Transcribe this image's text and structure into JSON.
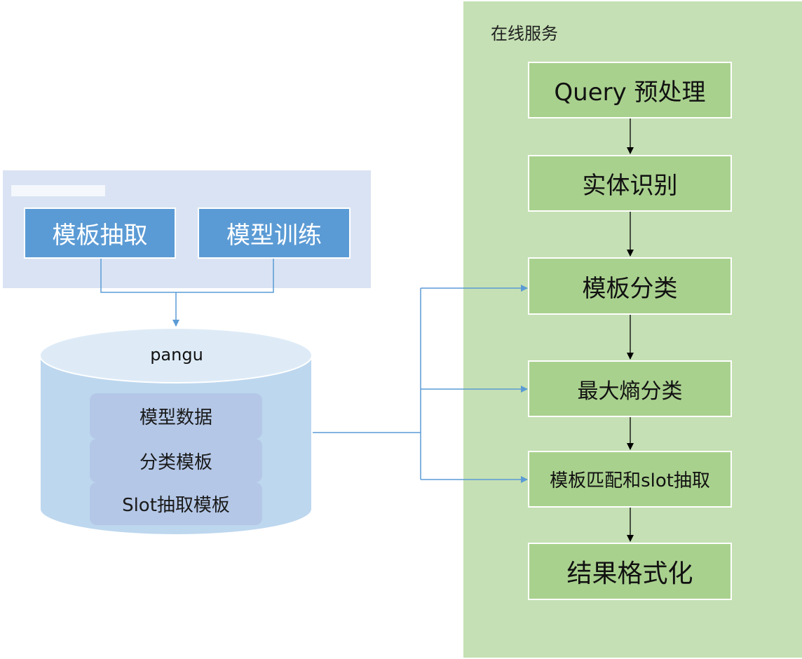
{
  "offline": {
    "tasks": [
      "模板抽取",
      "模型训练"
    ]
  },
  "database": {
    "name": "pangu",
    "layers": [
      "模型数据",
      "分类模板",
      "Slot抽取模板"
    ]
  },
  "online": {
    "title": "在线服务",
    "steps": [
      "Query 预处理",
      "实体识别",
      "模板分类",
      "最大熵分类",
      "模板匹配和slot抽取",
      "结果格式化"
    ]
  },
  "colors": {
    "offline_panel": "#dae3f3",
    "offline_box": "#5b9bd5",
    "online_panel": "#c5e0b4",
    "online_box": "#a9d18e",
    "db_body": "#bdd7ee",
    "db_top": "#deebf7",
    "db_layer": "#b4c7e7",
    "connector_blue": "#5b9bd5",
    "connector_black": "#000000"
  }
}
